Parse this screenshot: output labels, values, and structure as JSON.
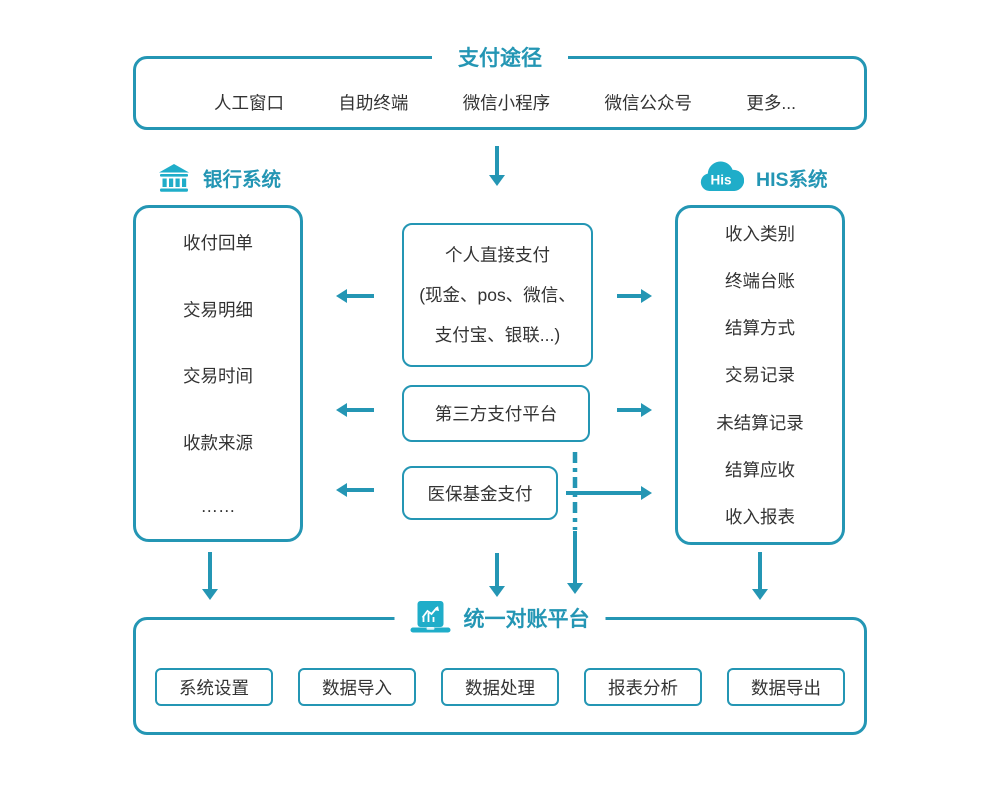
{
  "colors": {
    "accent": "#2496b4",
    "icon_fill": "#1fadc9",
    "text_dark": "#333333"
  },
  "top_section": {
    "title": "支付途径",
    "items": [
      "人工窗口",
      "自助终端",
      "微信小程序",
      "微信公众号",
      "更多..."
    ]
  },
  "bank_system": {
    "header": "银行系统",
    "items": [
      "收付回单",
      "交易明细",
      "交易时间",
      "收款来源",
      "……"
    ]
  },
  "his_system": {
    "header": "HIS系统",
    "cloud_label": "His",
    "items": [
      "收入类别",
      "终端台账",
      "结算方式",
      "交易记录",
      "未结算记录",
      "结算应收",
      "收入报表"
    ]
  },
  "payment_nodes": {
    "direct_payment": {
      "line1": "个人直接支付",
      "line2": "(现金、pos、微信、",
      "line3": "支付宝、银联...)"
    },
    "third_party": "第三方支付平台",
    "medical_insurance": "医保基金支付"
  },
  "platform": {
    "title": "统一对账平台",
    "buttons": [
      "系统设置",
      "数据导入",
      "数据处理",
      "报表分析",
      "数据导出"
    ]
  }
}
